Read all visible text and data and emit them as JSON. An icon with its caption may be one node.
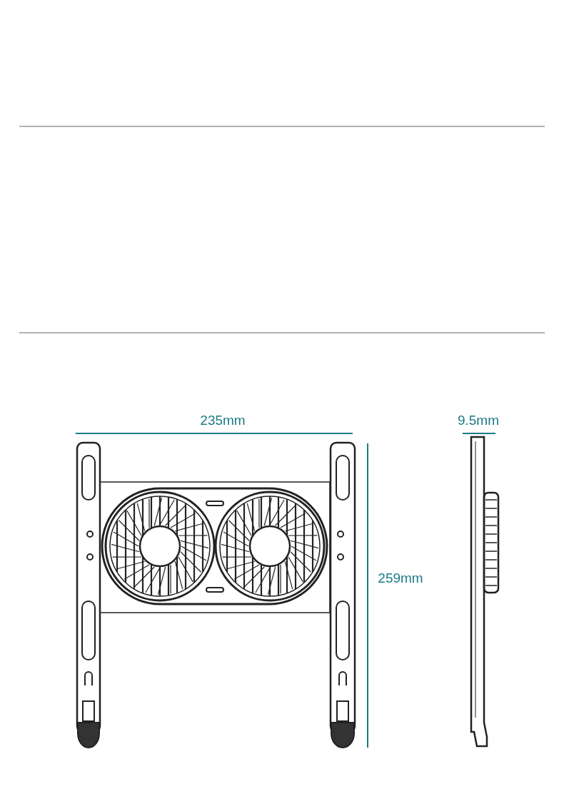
{
  "diagram": {
    "labels": [
      "235mm",
      "9.5mm",
      "259mm"
    ]
  }
}
